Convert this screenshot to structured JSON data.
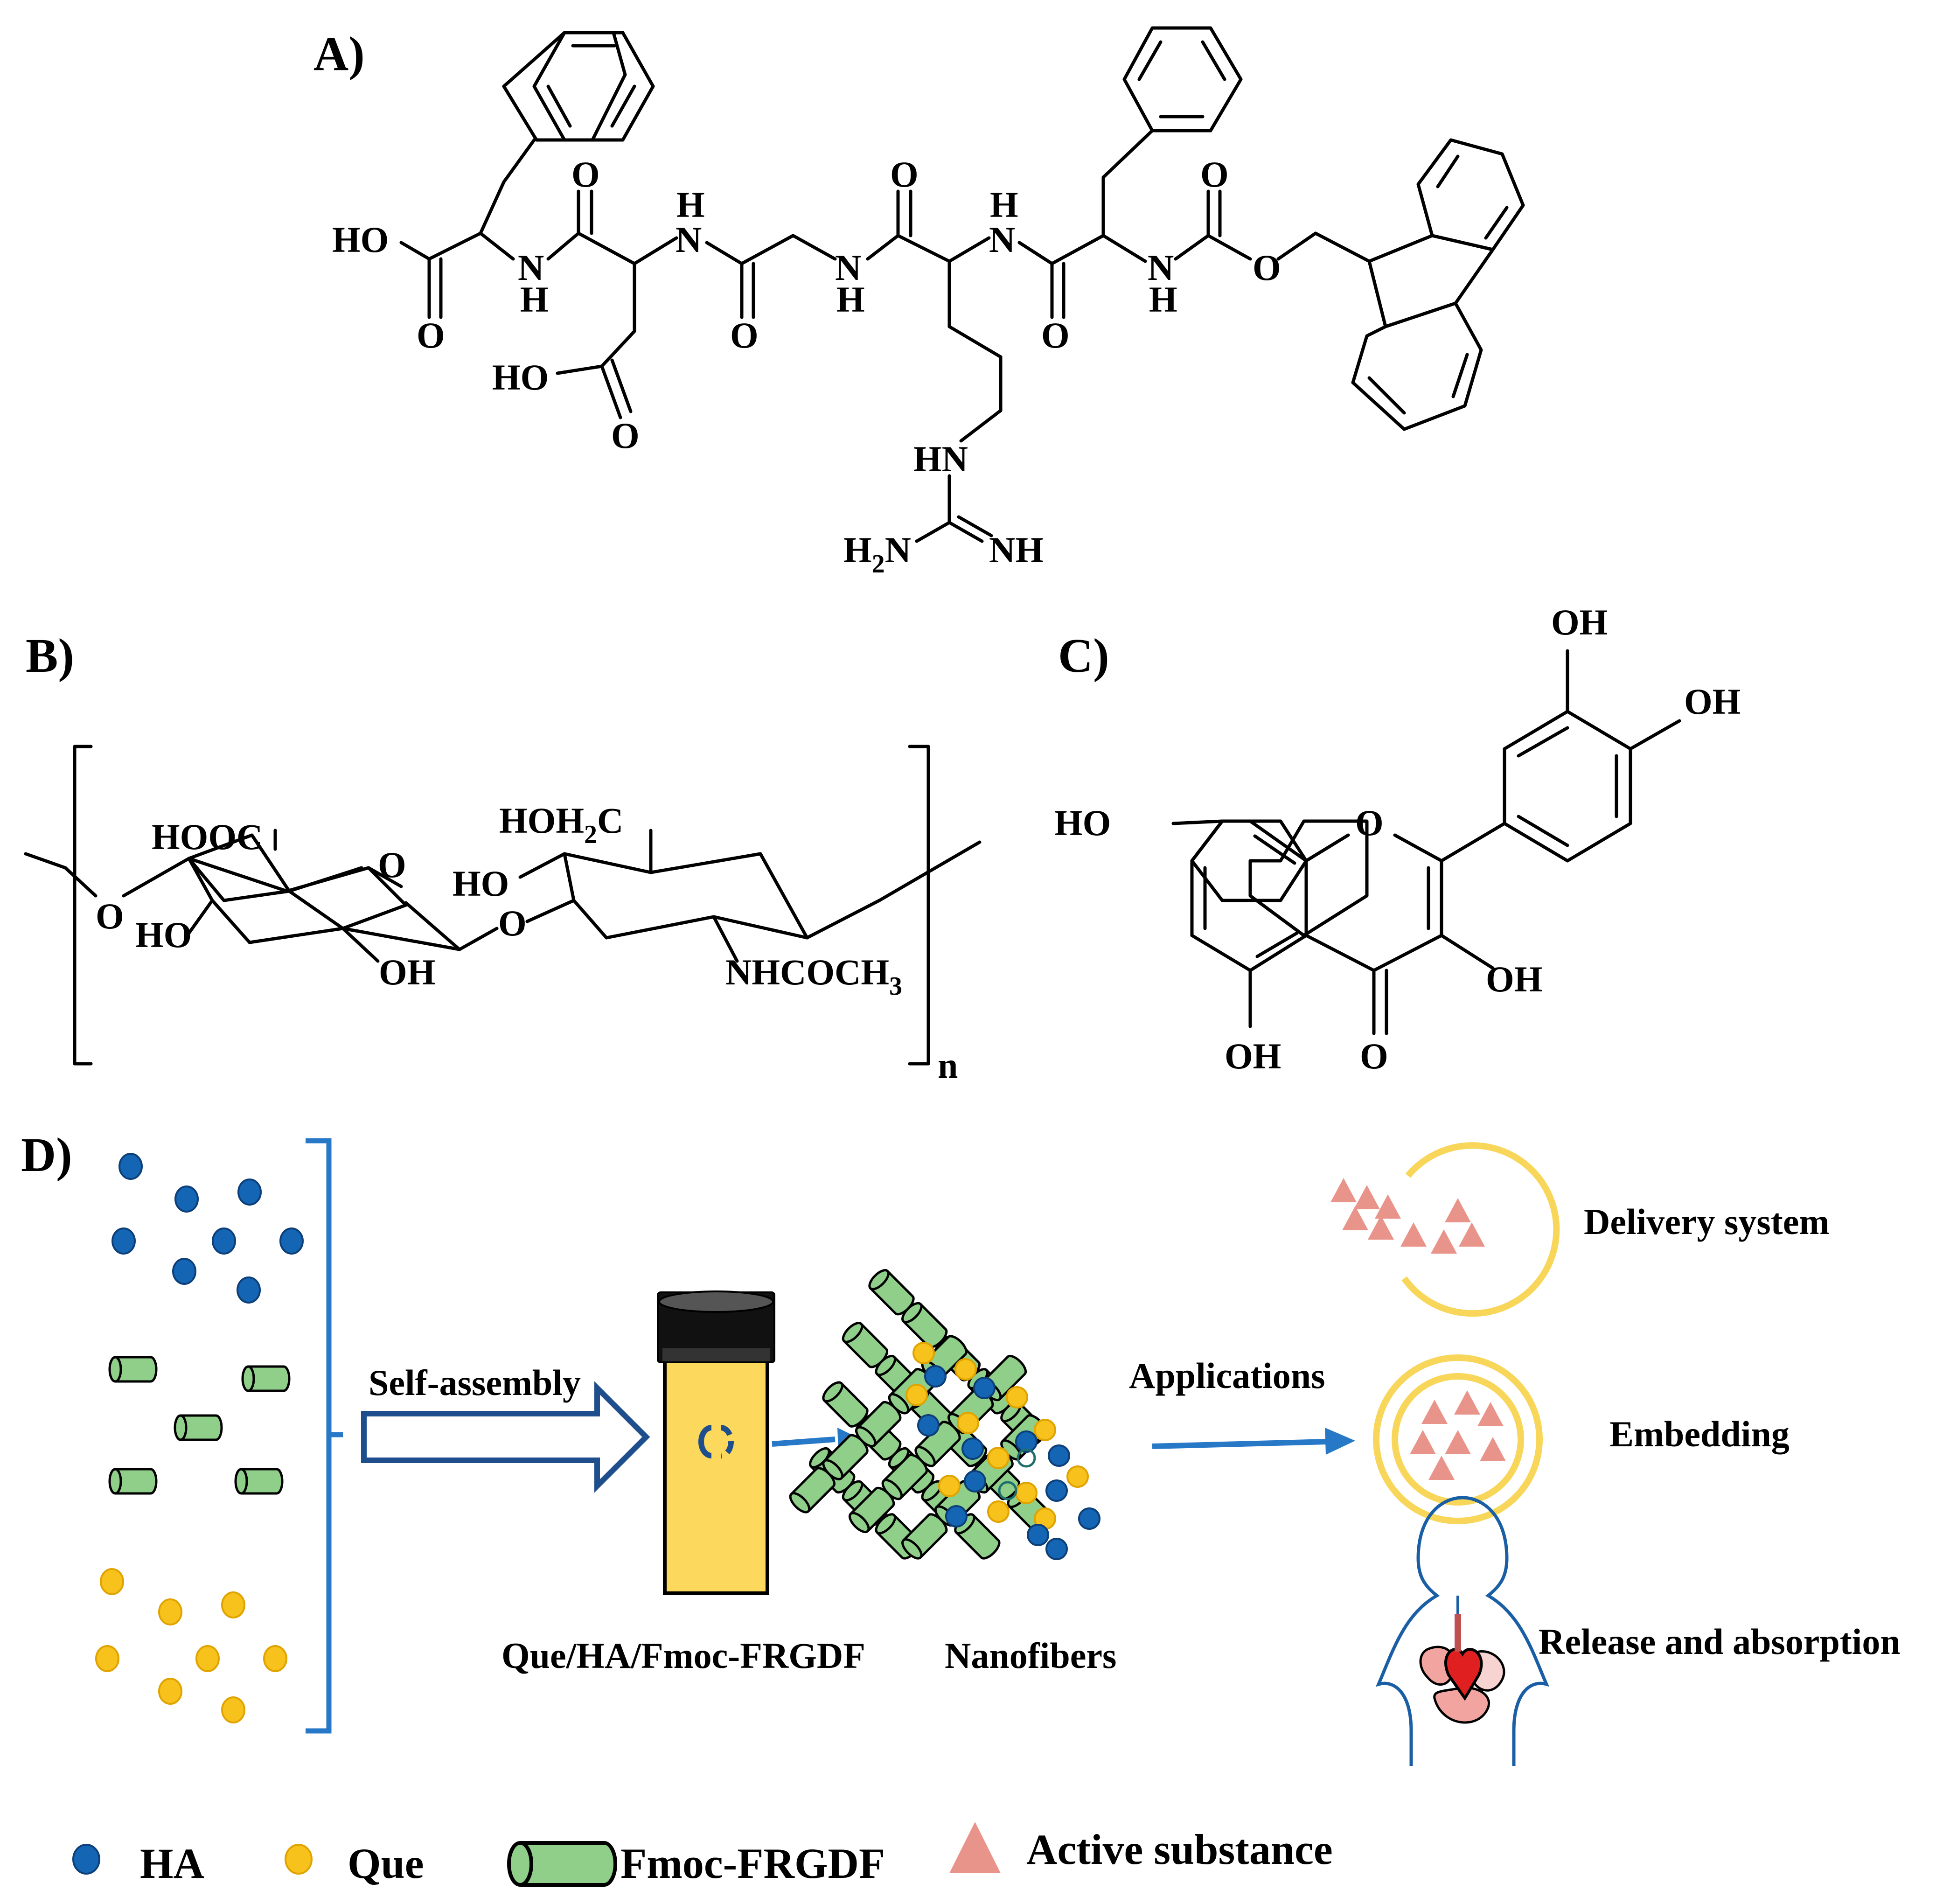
{
  "panels": {
    "a": "A)",
    "b": "B)",
    "c": "C)",
    "d": "D)"
  },
  "molecule_a": {
    "ho_1": "HO",
    "ho_2": "HO",
    "o_1": "O",
    "o_2": "O",
    "o_3": "O",
    "o_4": "O",
    "o_5": "O",
    "o_6": "O",
    "o_7": "O",
    "o_ester": "O",
    "n": "N",
    "h": "H",
    "hn": "HN",
    "h2n_h": "H",
    "h2n_sub": "2",
    "h2n_n": "N",
    "nh": "NH"
  },
  "molecule_b": {
    "hooc": "HOOC",
    "hoh2c_pre": "HOH",
    "hoh2c_sub": "2",
    "hoh2c_post": "C",
    "ho_1": "HO",
    "ho_2": "HO",
    "oh": "OH",
    "o": "O",
    "nhcoch_pre": "NHCOCH",
    "nhcoch_sub": "3",
    "n": "n"
  },
  "molecule_c": {
    "oh_top": "OH",
    "oh_right": "OH",
    "ho_left": "HO",
    "o_ring": "O",
    "oh_3": "OH",
    "oh_5": "OH",
    "o_keto": "O"
  },
  "scheme": {
    "self_assembly": "Self-assembly",
    "applications": "Applications",
    "vial_label": "Que/HA/Fmoc-FRGDF",
    "nanofibers": "Nanofibers",
    "delivery": "Delivery system",
    "embedding": "Embedding",
    "release": "Release and absorption"
  },
  "legend": {
    "ha": "HA",
    "que": "Que",
    "fmoc": "Fmoc-FRGDF",
    "active": "Active substance"
  },
  "colors": {
    "ha_blue": "#1565b5",
    "que_yellow": "#f7c21b",
    "fiber_green": "#90cf8a",
    "bracket_blue": "#2878c8",
    "arrow_navy": "#1f4e8c",
    "vial_yellow": "#fcd95c",
    "triangle_pink": "#e9948a",
    "ring_yellow": "#f8d65a",
    "heart_red": "#e02020"
  }
}
